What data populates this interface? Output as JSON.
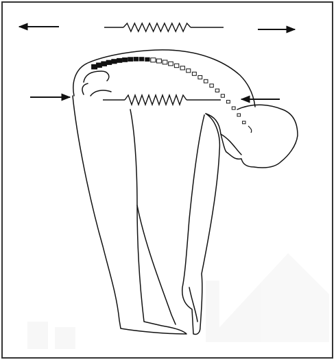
{
  "figure": {
    "subject": "forward-bend-spine-illustration",
    "colors": {
      "border": "#333333",
      "ink": "#111111",
      "watermark": "#9a9a9a",
      "background": "#ffffff"
    },
    "arrows": [
      {
        "name": "top-left-arrow",
        "direction": "left"
      },
      {
        "name": "top-right-arrow",
        "direction": "right"
      },
      {
        "name": "mid-left-arrow",
        "direction": "right"
      },
      {
        "name": "mid-right-arrow",
        "direction": "left"
      }
    ],
    "springs": [
      {
        "name": "upper-spring",
        "state": "stretched"
      },
      {
        "name": "lower-spring",
        "state": "compressed"
      }
    ]
  }
}
